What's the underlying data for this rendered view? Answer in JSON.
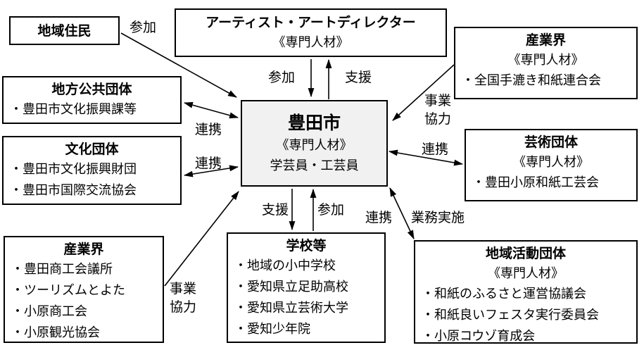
{
  "colors": {
    "background": "#ffffff",
    "box_border": "#000000",
    "center_box_fill": "#f1f1f1",
    "text": "#000000",
    "arrow": "#000000"
  },
  "nodes": {
    "residents": {
      "title": "地域住民"
    },
    "artist": {
      "title": "アーティスト・アートディレクター",
      "subtitle": "《専門人材》"
    },
    "industry_top": {
      "title": "産業界",
      "subtitle": "《専門人材》",
      "items": [
        "・全国手漉き和紙連合会"
      ]
    },
    "local_gov": {
      "title": "地方公共団体",
      "items": [
        "・豊田市文化振興課等"
      ]
    },
    "cultural": {
      "title": "文化団体",
      "items": [
        "・豊田市文化振興財団",
        "・豊田市国際交流協会"
      ]
    },
    "toyota": {
      "title": "豊田市",
      "subtitle": "《専門人材》",
      "staff": "学芸員・工芸員"
    },
    "art_group": {
      "title": "芸術団体",
      "subtitle": "《専門人材》",
      "items": [
        "・豊田小原和紙工芸会"
      ]
    },
    "industry_bottom": {
      "title": "産業界",
      "items": [
        "・豊田商工会議所",
        "・ツーリズムとよた",
        "・小原商工会",
        "・小原観光協会"
      ]
    },
    "schools": {
      "title": "学校等",
      "items": [
        "・地域の小中学校",
        "・愛知県立足助高校",
        "・愛知県立芸術大学",
        "・愛知少年院"
      ]
    },
    "community": {
      "title": "地域活動団体",
      "subtitle": "《専門人材》",
      "items": [
        "・和紙のふるさと運営協議会",
        "・和紙良いフェスタ実行委員会",
        "・小原コウゾ育成会"
      ]
    }
  },
  "edges": [
    {
      "from": "地域住民",
      "to": "豊田市",
      "label": "参加",
      "arrows": "to"
    },
    {
      "from": "アーティスト・アートディレクター",
      "to": "豊田市",
      "label": "参加",
      "arrows": "to"
    },
    {
      "from": "豊田市",
      "to": "アーティスト・アートディレクター",
      "label": "支援",
      "arrows": "to"
    },
    {
      "from": "産業界（全国手漉き和紙連合会）",
      "to": "豊田市",
      "label": "事業協力",
      "arrows": "to"
    },
    {
      "from": "豊田市",
      "to": "芸術団体",
      "label": "連携",
      "arrows": "both"
    },
    {
      "from": "地方公共団体",
      "to": "豊田市",
      "label": "連携",
      "arrows": "both"
    },
    {
      "from": "文化団体",
      "to": "豊田市",
      "label": "連携",
      "arrows": "both"
    },
    {
      "from": "産業界（豊田商工会議所等）",
      "to": "豊田市",
      "label": "事業協力",
      "arrows": "to"
    },
    {
      "from": "豊田市",
      "to": "学校等",
      "label": "支援",
      "arrows": "to"
    },
    {
      "from": "学校等",
      "to": "豊田市",
      "label": "参加",
      "arrows": "to"
    },
    {
      "from": "豊田市",
      "to": "地域活動団体",
      "labels": [
        "連携",
        "業務実施"
      ],
      "arrows": "both"
    }
  ]
}
